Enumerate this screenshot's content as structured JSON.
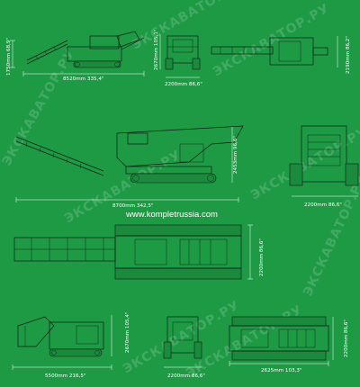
{
  "website": "www.kompletrussia.com",
  "watermark": "ЭКСКАВАТОР.РУ",
  "colors": {
    "background": "#1e9a45",
    "line": "#0c1f14",
    "dimension": "#ffffff"
  },
  "views": {
    "row1": {
      "side_length": "8520mm 335,4\"",
      "side_height": "1750mm 68,9\"",
      "front_height": "2670mm 105,1\"",
      "front_width": "2200mm 86,6\"",
      "top_height": "2190mm 86,2\""
    },
    "row2": {
      "side_length": "8700mm 342,5\"",
      "side_height": "2453mm 96,6\"",
      "front_width": "2200mm 86,6\""
    },
    "row3": {
      "top_width": "2200mm 86,6\""
    },
    "row4": {
      "side_length": "5500mm 216,5\"",
      "side_height": "2670mm 105,4\"",
      "front_width": "2200mm 86,6\"",
      "top_length": "2625mm 103,3\"",
      "top_width": "2200mm 86,6\""
    }
  }
}
